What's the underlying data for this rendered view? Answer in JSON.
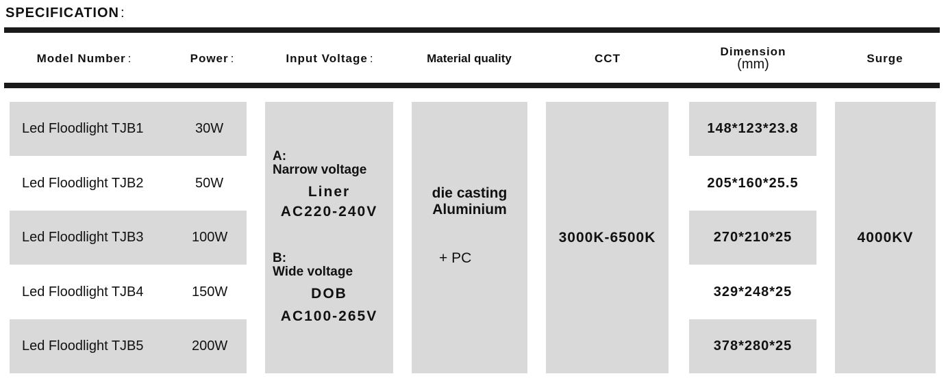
{
  "title": "SPECIFICATION",
  "title_colon": ":",
  "headers": {
    "model": "Model Number",
    "power": "Power",
    "input_voltage": "Input Voltage",
    "material": "Material quality",
    "cct": "CCT",
    "dimension": "Dimension",
    "dimension_unit": "(mm)",
    "surge": "Surge",
    "colon": ":"
  },
  "rows": [
    {
      "model": "Led Floodlight TJB1",
      "power": "30W",
      "dimension": "148*123*23.8"
    },
    {
      "model": "Led Floodlight TJB2",
      "power": "50W",
      "dimension": "205*160*25.5"
    },
    {
      "model": "Led Floodlight TJB3",
      "power": "100W",
      "dimension": "270*210*25"
    },
    {
      "model": "Led Floodlight TJB4",
      "power": "150W",
      "dimension": "329*248*25"
    },
    {
      "model": "Led Floodlight TJB5",
      "power": "200W",
      "dimension": "378*280*25"
    }
  ],
  "input_voltage": {
    "a_label": "A:",
    "a_desc": "Narrow voltage",
    "a_type": "Liner",
    "a_range": "AC220-240V",
    "b_label": "B:",
    "b_desc": "Wide voltage",
    "b_type": "DOB",
    "b_range": "AC100-265V"
  },
  "material": {
    "line1": "die casting",
    "line2": "Aluminium",
    "line3": "+ PC"
  },
  "cct": "3000K-6500K",
  "surge": "4000KV",
  "colors": {
    "band": "#d9d9d9",
    "rule": "#1a1a1a",
    "text": "#111111"
  }
}
